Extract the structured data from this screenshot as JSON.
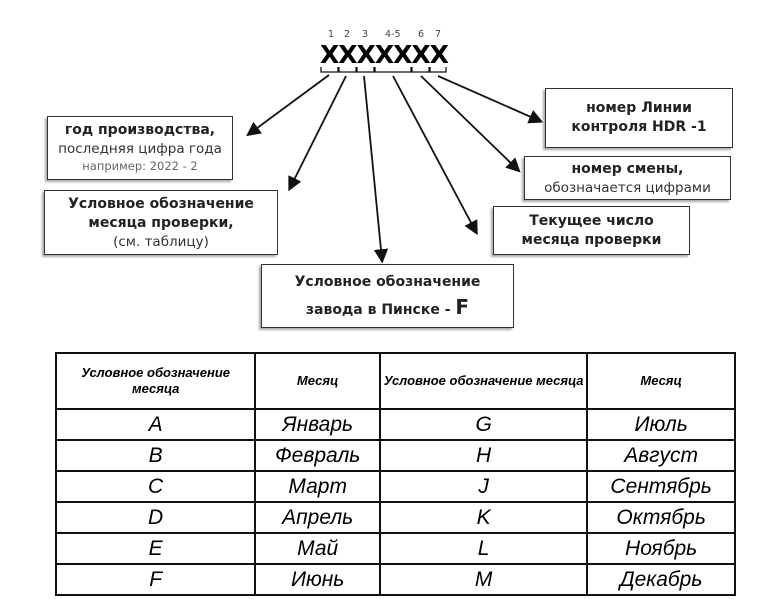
{
  "code": {
    "mask": "XXXXXXX",
    "positions": [
      "1",
      "2",
      "3",
      "4-5",
      "6",
      "7"
    ]
  },
  "boxes": {
    "year": {
      "title": "год производства,",
      "line2": "последняя цифра года",
      "line3": "например: 2022 - 2"
    },
    "month": {
      "title1": "Условное обозначение",
      "title2": "месяца проверки,",
      "line3": "(см. таблицу)"
    },
    "plant": {
      "title1": "Условное обозначение",
      "title2": "завода в Пинске -",
      "letter": "F"
    },
    "day": {
      "title1": "Текущее число",
      "title2": "месяца проверки"
    },
    "shift": {
      "title": "номер смены,",
      "line2": "обозначается цифрами"
    },
    "line": {
      "title1": "номер Линии",
      "title2": "контроля HDR -1"
    }
  },
  "table": {
    "headers": [
      "Условное обозначение месяца",
      "Месяц",
      "Условное обозначение месяца",
      "Месяц"
    ],
    "rows": [
      [
        "A",
        "Январь",
        "G",
        "Июль"
      ],
      [
        "B",
        "Февраль",
        "H",
        "Август"
      ],
      [
        "C",
        "Март",
        "J",
        "Сентябрь"
      ],
      [
        "D",
        "Апрель",
        "K",
        "Октябрь"
      ],
      [
        "E",
        "Май",
        "L",
        "Ноябрь"
      ],
      [
        "F",
        "Июнь",
        "M",
        "Декабрь"
      ]
    ]
  }
}
